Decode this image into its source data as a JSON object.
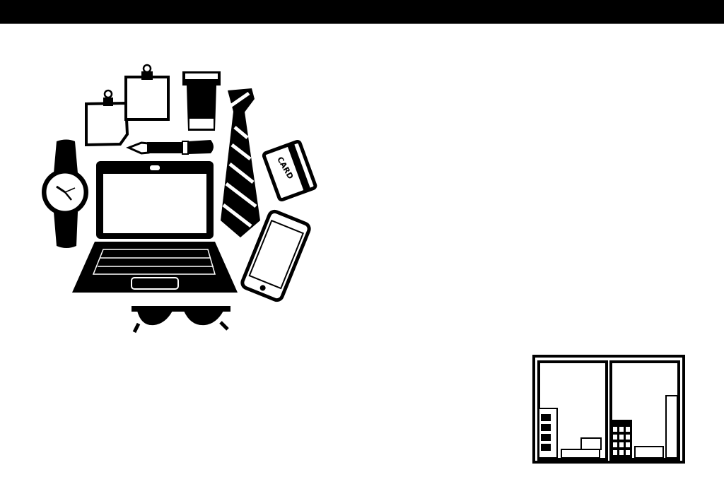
{
  "page": {
    "background": "#ffffff",
    "ink_color": "#000000",
    "top_bar_color": "#000000"
  },
  "illustration": {
    "items": [
      {
        "name": "sticky-note-small"
      },
      {
        "name": "sticky-note-large"
      },
      {
        "name": "coffee-cup"
      },
      {
        "name": "necktie"
      },
      {
        "name": "fountain-pen"
      },
      {
        "name": "credit-card",
        "label": "CARD"
      },
      {
        "name": "wristwatch"
      },
      {
        "name": "laptop"
      },
      {
        "name": "smartphone"
      },
      {
        "name": "glasses"
      }
    ],
    "card_label": "CARD"
  },
  "thumbnail": {
    "name": "city-window-thumbnail",
    "panels": 2
  }
}
